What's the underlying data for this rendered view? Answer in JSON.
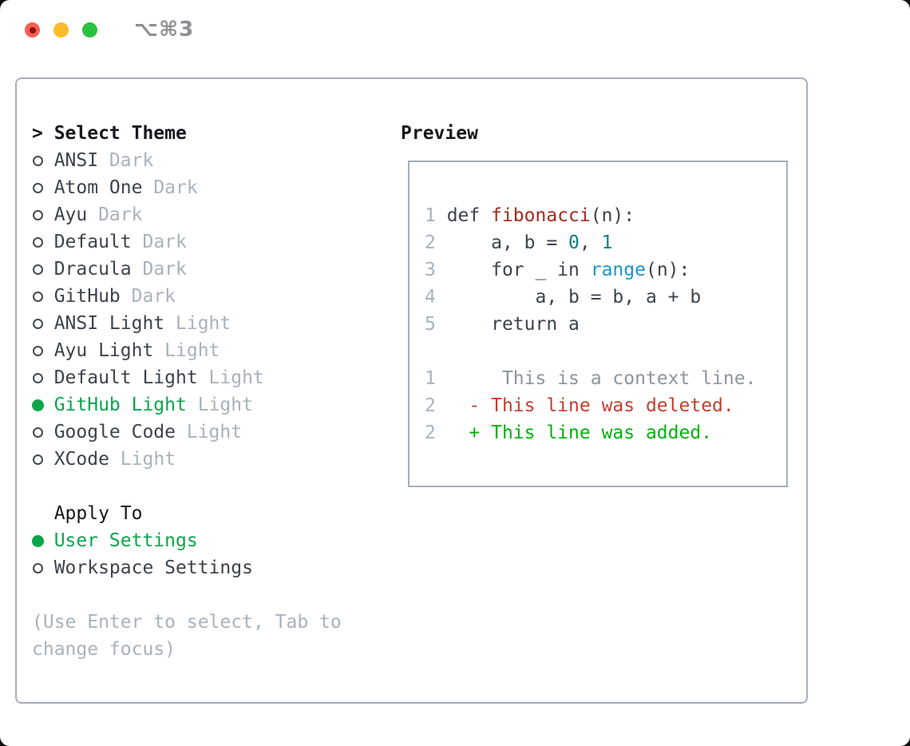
{
  "window": {
    "shortcut_label": "⌥⌘3",
    "traffic_lights": [
      {
        "name": "close",
        "color": "#f55f52"
      },
      {
        "name": "minimize",
        "color": "#fdbc2c"
      },
      {
        "name": "zoom",
        "color": "#29c23e"
      }
    ]
  },
  "theme_panel": {
    "prompt": ">",
    "header": "Select Theme",
    "themes": [
      {
        "name": "ANSI",
        "variant": "Dark",
        "selected": false
      },
      {
        "name": "Atom One",
        "variant": "Dark",
        "selected": false
      },
      {
        "name": "Ayu",
        "variant": "Dark",
        "selected": false
      },
      {
        "name": "Default",
        "variant": "Dark",
        "selected": false
      },
      {
        "name": "Dracula",
        "variant": "Dark",
        "selected": false
      },
      {
        "name": "GitHub",
        "variant": "Dark",
        "selected": false
      },
      {
        "name": "ANSI Light",
        "variant": "Light",
        "selected": false
      },
      {
        "name": "Ayu Light",
        "variant": "Light",
        "selected": false
      },
      {
        "name": "Default Light",
        "variant": "Light",
        "selected": false
      },
      {
        "name": "GitHub Light",
        "variant": "Light",
        "selected": true
      },
      {
        "name": "Google Code",
        "variant": "Light",
        "selected": false
      },
      {
        "name": "XCode",
        "variant": "Light",
        "selected": false
      }
    ],
    "apply_to": {
      "header": "Apply To",
      "options": [
        {
          "label": "User Settings",
          "selected": true
        },
        {
          "label": "Workspace Settings",
          "selected": false
        }
      ]
    },
    "hint": "(Use Enter to select, Tab to change focus)"
  },
  "preview": {
    "title": "Preview",
    "code_lines": {
      "l1": {
        "num": "1",
        "t1": " def ",
        "fn": "fibonacci",
        "t2": "(n):"
      },
      "l2": {
        "num": "2",
        "t1": "     a, b = ",
        "n1": "0",
        "t2": ", ",
        "n2": "1"
      },
      "l3": {
        "num": "3",
        "t1": "     for _ in ",
        "bi": "range",
        "t2": "(n):"
      },
      "l4": {
        "num": "4",
        "t1": "         a, b = b, a + b"
      },
      "l5": {
        "num": "5",
        "t1": "     return a"
      }
    },
    "diff_lines": {
      "context": {
        "num": "1",
        "text": "      This is a context line."
      },
      "deleted": {
        "num": "2",
        "text": "   - This line was deleted."
      },
      "added": {
        "num": "2",
        "text": "   + This line was added."
      }
    }
  },
  "colors": {
    "selection_green": "#0aa54b",
    "diff_added_green": "#00b20c",
    "diff_deleted_red": "#c43e2e",
    "function_red": "#a52a1c",
    "number_teal": "#0c7f82",
    "builtin_blue": "#1b95c9",
    "muted_gray": "#a9b2bc",
    "panel_border": "#a6afba",
    "text_dark": "#3c434b"
  }
}
